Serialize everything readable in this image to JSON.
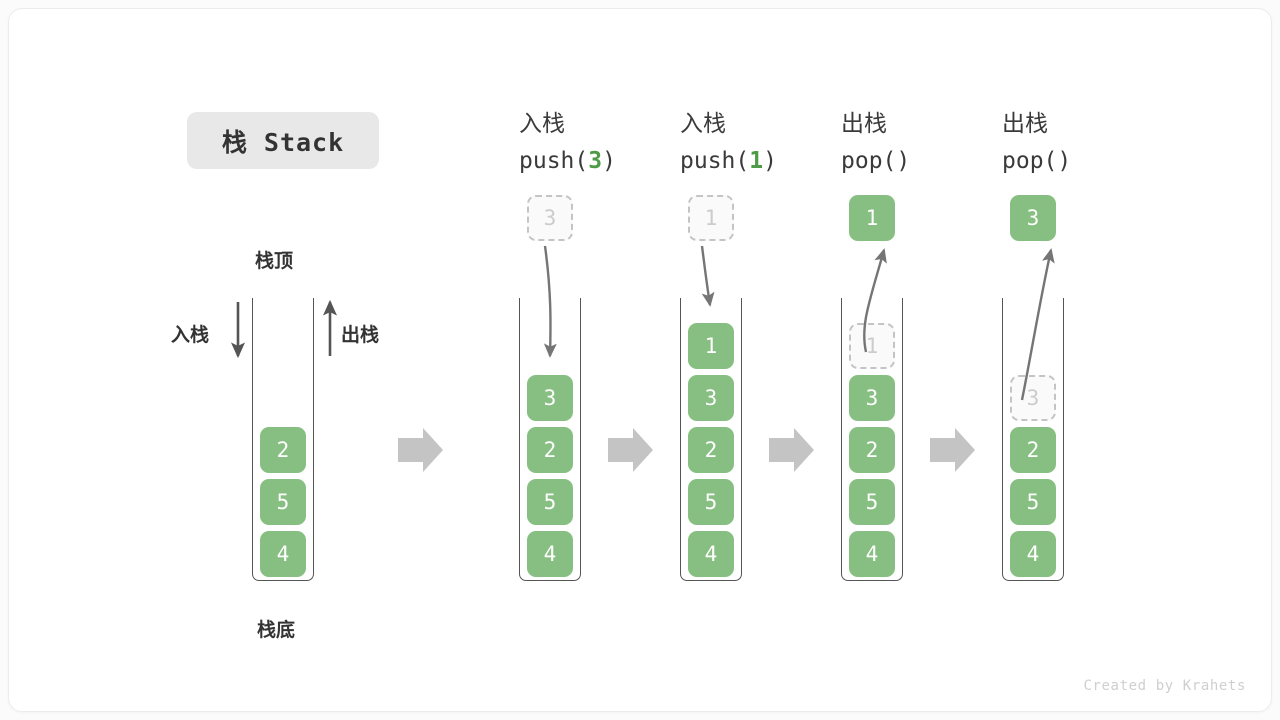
{
  "title_chip": {
    "label": "栈 Stack"
  },
  "colors": {
    "cell_green": "#86bf81",
    "ghost_border": "#c4c4c4",
    "ghost_text": "#cccccc",
    "arrow_gray": "#808080",
    "wall_gray": "#555555",
    "chip_bg": "#e8e8e8",
    "text_dark": "#333333",
    "accent_green_text": "#4d9b47",
    "block_arrow": "#c4c4c4",
    "credit_gray": "#cfcfcf"
  },
  "labels": {
    "stack_top": "栈顶",
    "stack_bottom": "栈底",
    "push_side": "入栈",
    "pop_side": "出栈"
  },
  "credit": "Created by Krahets",
  "columns": [
    {
      "id": "initial",
      "header_cn": "",
      "header_code_pre": "",
      "header_code_num": "",
      "header_code_post": "",
      "floating": null,
      "cells": [
        {
          "value": "2",
          "state": "solid"
        },
        {
          "value": "5",
          "state": "solid"
        },
        {
          "value": "4",
          "state": "solid"
        }
      ]
    },
    {
      "id": "push-3",
      "header_cn": "入栈",
      "header_code_pre": "push(",
      "header_code_num": "3",
      "header_code_post": ")",
      "floating": {
        "value": "3",
        "state": "ghost"
      },
      "cells": [
        {
          "value": "3",
          "state": "solid"
        },
        {
          "value": "2",
          "state": "solid"
        },
        {
          "value": "5",
          "state": "solid"
        },
        {
          "value": "4",
          "state": "solid"
        }
      ]
    },
    {
      "id": "push-1",
      "header_cn": "入栈",
      "header_code_pre": "push(",
      "header_code_num": "1",
      "header_code_post": ")",
      "floating": {
        "value": "1",
        "state": "ghost"
      },
      "cells": [
        {
          "value": "1",
          "state": "solid"
        },
        {
          "value": "3",
          "state": "solid"
        },
        {
          "value": "2",
          "state": "solid"
        },
        {
          "value": "5",
          "state": "solid"
        },
        {
          "value": "4",
          "state": "solid"
        }
      ]
    },
    {
      "id": "pop-1",
      "header_cn": "出栈",
      "header_code_pre": "pop(",
      "header_code_num": "",
      "header_code_post": ")",
      "floating": {
        "value": "1",
        "state": "solid"
      },
      "cells": [
        {
          "value": "1",
          "state": "ghost"
        },
        {
          "value": "3",
          "state": "solid"
        },
        {
          "value": "2",
          "state": "solid"
        },
        {
          "value": "5",
          "state": "solid"
        },
        {
          "value": "4",
          "state": "solid"
        }
      ]
    },
    {
      "id": "pop-2",
      "header_cn": "出栈",
      "header_code_pre": "pop(",
      "header_code_num": "",
      "header_code_post": ")",
      "floating": {
        "value": "3",
        "state": "solid"
      },
      "cells": [
        {
          "value": "",
          "state": "empty"
        },
        {
          "value": "3",
          "state": "ghost"
        },
        {
          "value": "2",
          "state": "solid"
        },
        {
          "value": "5",
          "state": "solid"
        },
        {
          "value": "4",
          "state": "solid"
        }
      ]
    }
  ]
}
